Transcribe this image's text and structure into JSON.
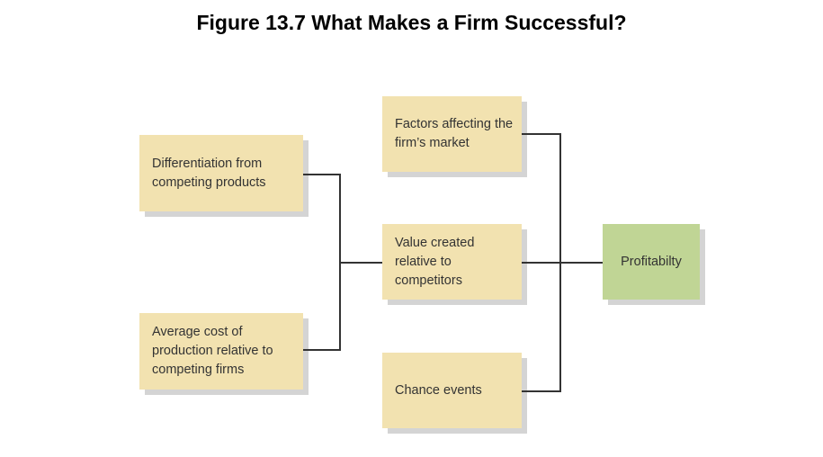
{
  "title": "Figure 13.7  What Makes a Firm Successful?",
  "nodes": {
    "differentiation": "Differentiation from competing products",
    "average_cost": "Average cost of production relative to competing firms",
    "factors": "Factors affecting the firm’s market",
    "value": "Value created relative to competitors",
    "chance": "Chance events",
    "profitability": "Profitabilty"
  },
  "colors": {
    "node": "#f2e2b0",
    "result": "#c0d595",
    "connector": "#333333"
  }
}
